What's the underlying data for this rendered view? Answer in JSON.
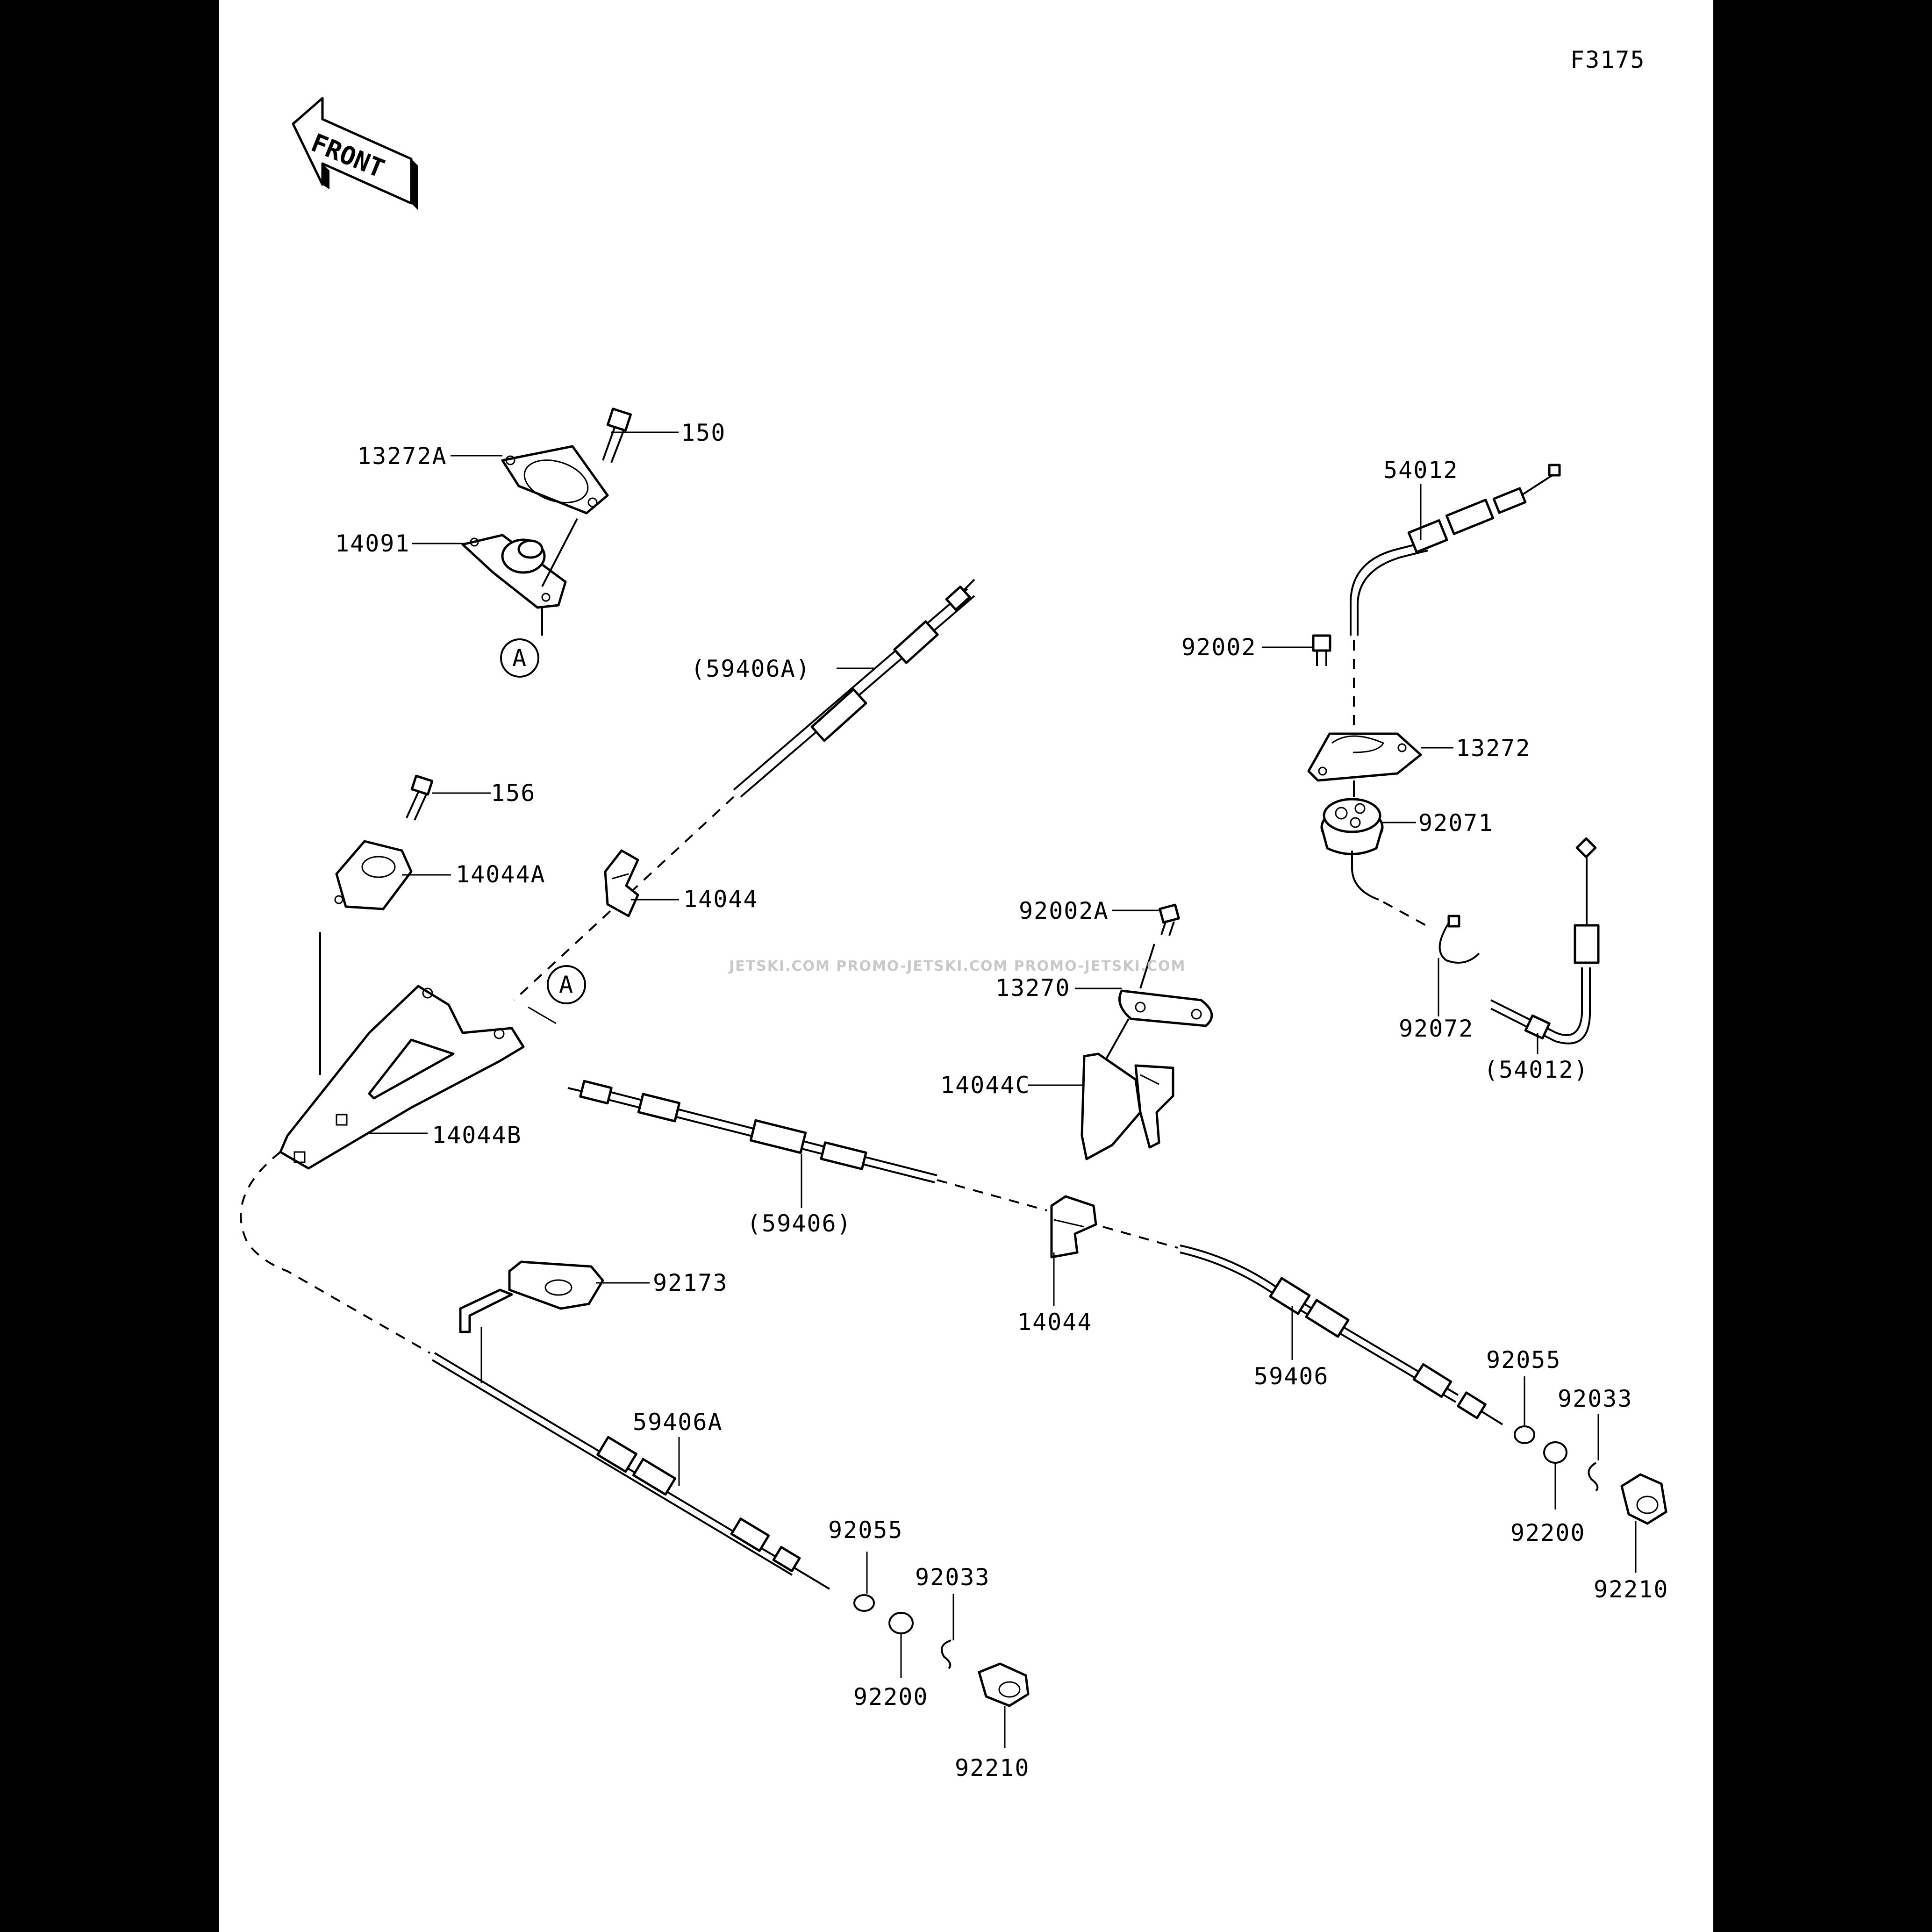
{
  "figure_code": "F3175",
  "front_label": "FRONT",
  "watermark": "JETSKI.COM  PROMO-JETSKI.COM  PROMO-JETSKI.COM",
  "callouts": [
    {
      "id": "c1",
      "text": "13272A"
    },
    {
      "id": "c2",
      "text": "150"
    },
    {
      "id": "c3",
      "text": "14091"
    },
    {
      "id": "c4",
      "text": "A"
    },
    {
      "id": "c5",
      "text": "(59406A)"
    },
    {
      "id": "c6",
      "text": "156"
    },
    {
      "id": "c7",
      "text": "14044A"
    },
    {
      "id": "c8",
      "text": "14044"
    },
    {
      "id": "c9",
      "text": "A"
    },
    {
      "id": "c10",
      "text": "14044B"
    },
    {
      "id": "c11",
      "text": "54012"
    },
    {
      "id": "c12",
      "text": "92002"
    },
    {
      "id": "c13",
      "text": "13272"
    },
    {
      "id": "c14",
      "text": "92071"
    },
    {
      "id": "c15",
      "text": "92002A"
    },
    {
      "id": "c16",
      "text": "13270"
    },
    {
      "id": "c17",
      "text": "14044C"
    },
    {
      "id": "c18",
      "text": "92072"
    },
    {
      "id": "c19",
      "text": "(54012)"
    },
    {
      "id": "c20",
      "text": "(59406)"
    },
    {
      "id": "c21",
      "text": "14044"
    },
    {
      "id": "c22",
      "text": "92173"
    },
    {
      "id": "c23",
      "text": "59406"
    },
    {
      "id": "c24",
      "text": "59406A"
    },
    {
      "id": "c25",
      "text": "92055"
    },
    {
      "id": "c26",
      "text": "92033"
    },
    {
      "id": "c27",
      "text": "92200"
    },
    {
      "id": "c28",
      "text": "92210"
    },
    {
      "id": "c29",
      "text": "92055"
    },
    {
      "id": "c30",
      "text": "92033"
    },
    {
      "id": "c31",
      "text": "92200"
    },
    {
      "id": "c32",
      "text": "92210"
    }
  ]
}
